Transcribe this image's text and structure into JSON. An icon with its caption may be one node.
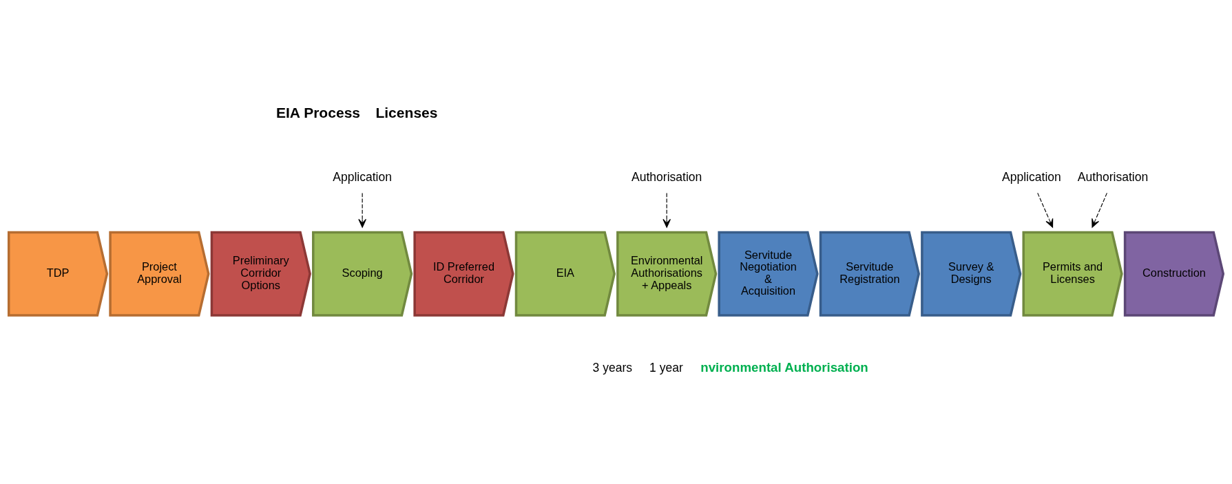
{
  "diagram": {
    "nodes": [
      {
        "text": [
          "TDP"
        ]
      },
      {
        "text": [
          "Project Approval"
        ]
      },
      {
        "text": [
          "Preliminary Corridor Options"
        ]
      },
      {
        "text": [
          "Scoping"
        ]
      },
      {
        "text": [
          "ID Preferred Corridor"
        ]
      },
      {
        "text": [
          "EIA"
        ]
      },
      {
        "text": [
          "Environmental Authorisations + Appeals"
        ]
      },
      {
        "text": [
          "Servitude Negotiation & Acquisition"
        ]
      },
      {
        "text": [
          "Servitude Registration"
        ]
      },
      {
        "text": [
          "Survey & Designs"
        ]
      },
      {
        "text": [
          "Permits and Licenses"
        ]
      },
      {
        "text": [
          "Construction"
        ]
      },
      {
        "text": [
          "Application"
        ]
      },
      {
        "text": [
          "Authorisation"
        ]
      },
      {
        "text": [
          "Application"
        ]
      },
      {
        "text": [
          "Authorisation"
        ]
      }
    ],
    "edges": [
      {
        "from": 12,
        "to": 3,
        "arrow": "to",
        "style": "dashed"
      },
      {
        "from": 13,
        "to": 6,
        "arrow": "to",
        "style": "dashed"
      },
      {
        "from": 14,
        "to": 10,
        "arrow": "to",
        "style": "dashed"
      },
      {
        "from": 15,
        "to": 10,
        "arrow": "to",
        "style": "dashed"
      }
    ],
    "labels": [
      "EIA Process",
      "Licenses",
      "3 years",
      "1 year",
      "nvironmental Authorisation"
    ]
  }
}
